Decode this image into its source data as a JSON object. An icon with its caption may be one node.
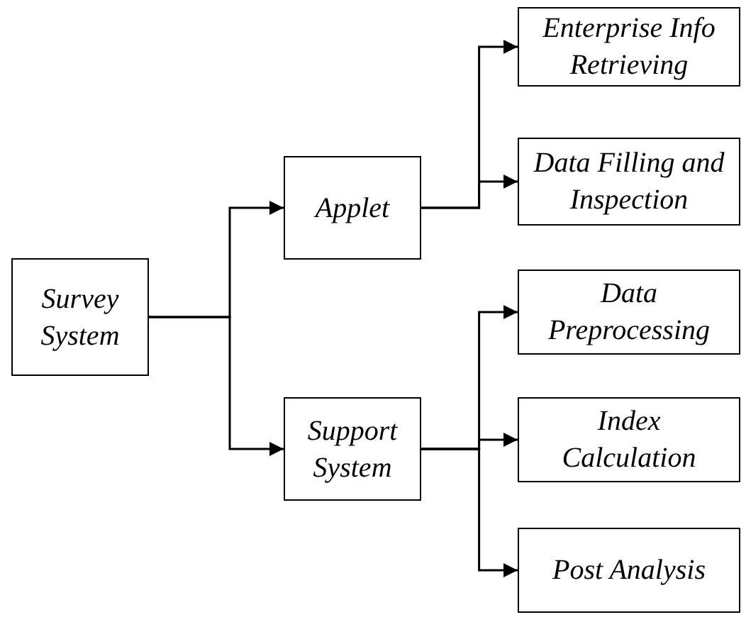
{
  "diagram": {
    "nodes": [
      {
        "text": [
          "Survey System"
        ]
      },
      {
        "text": [
          "Applet"
        ]
      },
      {
        "text": [
          "Support System"
        ]
      },
      {
        "text": [
          "Enterprise Info Retrieving"
        ]
      },
      {
        "text": [
          "Data Filling and Inspection"
        ]
      },
      {
        "text": [
          "Data Preprocessing"
        ]
      },
      {
        "text": [
          "Index Calculation"
        ]
      },
      {
        "text": [
          "Post Analysis"
        ]
      }
    ],
    "edges": [
      {
        "from": 0,
        "to": 1,
        "arrow": "to"
      },
      {
        "from": 0,
        "to": 2,
        "arrow": "to"
      },
      {
        "from": 1,
        "to": 3,
        "arrow": "to"
      },
      {
        "from": 1,
        "to": 4,
        "arrow": "to"
      },
      {
        "from": 2,
        "to": 5,
        "arrow": "to"
      },
      {
        "from": 2,
        "to": 6,
        "arrow": "to"
      },
      {
        "from": 2,
        "to": 7,
        "arrow": "to"
      }
    ]
  }
}
